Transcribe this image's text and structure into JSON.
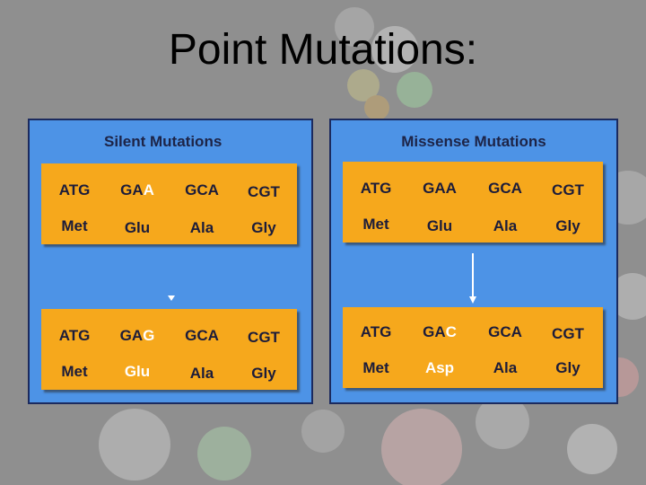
{
  "title": "Point Mutations:",
  "silent": {
    "title": "Silent Mutations",
    "before_codons": [
      "ATG",
      "GA",
      "GCA",
      "CGT"
    ],
    "before_mut": "A",
    "before_aa": [
      "Met",
      "Glu",
      "Ala",
      "Gly"
    ],
    "after_codons": [
      "ATG",
      "GA",
      "GCA",
      "CGT"
    ],
    "after_mut": "G",
    "after_aa": [
      "Met",
      "Glu",
      "Ala",
      "Gly"
    ]
  },
  "missense": {
    "title": "Missense Mutations",
    "before_codons": [
      "ATG",
      "GAA",
      "GCA",
      "CGT"
    ],
    "before_aa": [
      "Met",
      "Glu",
      "Ala",
      "Gly"
    ],
    "after_codons": [
      "ATG",
      "GA",
      "GCA",
      "CGT"
    ],
    "after_mut": "C",
    "after_aa": [
      "Met",
      "Asp",
      "Ala",
      "Gly"
    ]
  },
  "colors": {
    "panel": "#4d93e6",
    "card": "#f6a81c",
    "mutation_highlight": "#ffffff"
  }
}
